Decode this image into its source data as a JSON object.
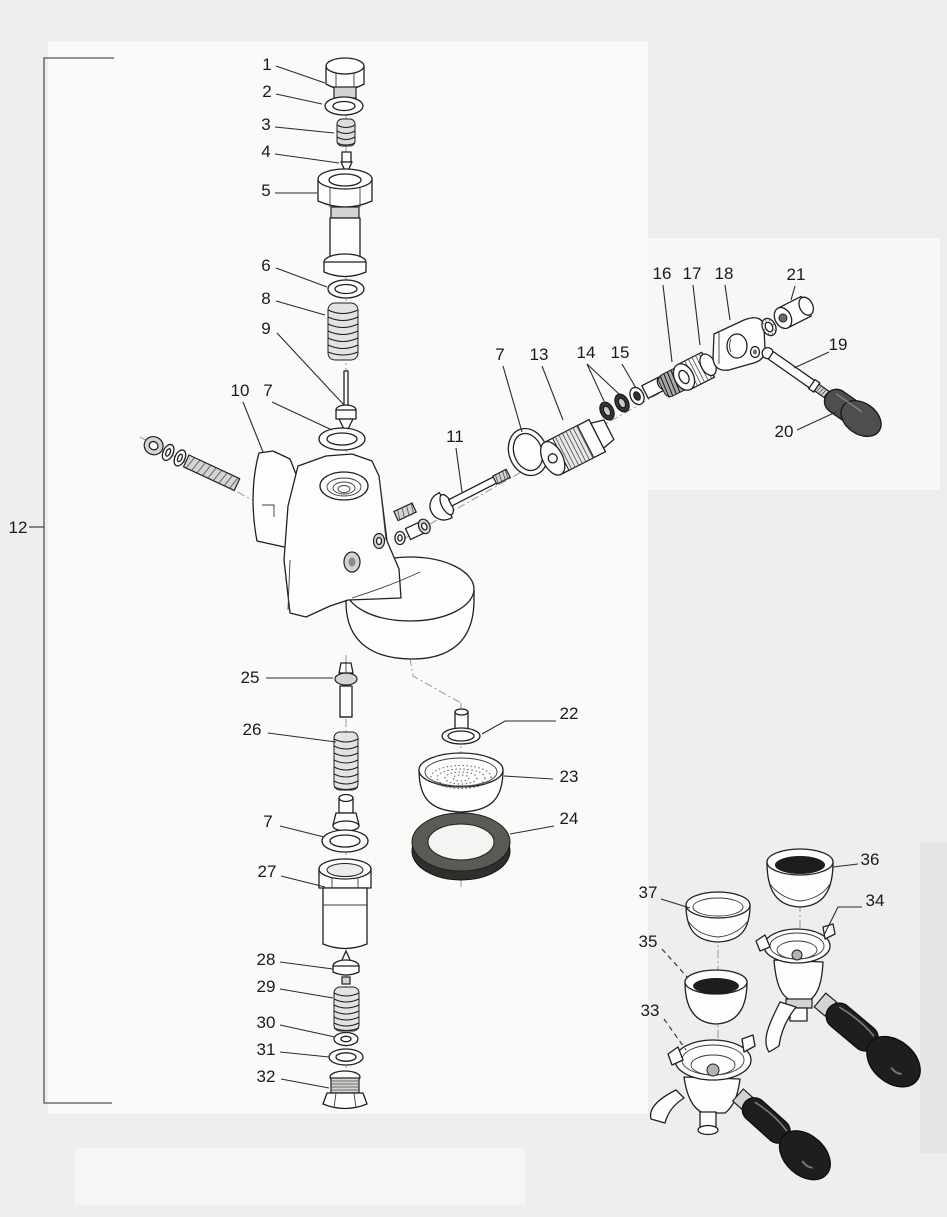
{
  "diagram": {
    "callouts": [
      {
        "id": "c1",
        "label": "1"
      },
      {
        "id": "c2",
        "label": "2"
      },
      {
        "id": "c3",
        "label": "3"
      },
      {
        "id": "c4",
        "label": "4"
      },
      {
        "id": "c5",
        "label": "5"
      },
      {
        "id": "c6",
        "label": "6"
      },
      {
        "id": "c8",
        "label": "8"
      },
      {
        "id": "c9",
        "label": "9"
      },
      {
        "id": "c10",
        "label": "10"
      },
      {
        "id": "c7a",
        "label": "7"
      },
      {
        "id": "c12",
        "label": "12"
      },
      {
        "id": "c11",
        "label": "11"
      },
      {
        "id": "c7b",
        "label": "7"
      },
      {
        "id": "c13",
        "label": "13"
      },
      {
        "id": "c14",
        "label": "14"
      },
      {
        "id": "c15",
        "label": "15"
      },
      {
        "id": "c16",
        "label": "16"
      },
      {
        "id": "c17",
        "label": "17"
      },
      {
        "id": "c18",
        "label": "18"
      },
      {
        "id": "c21",
        "label": "21"
      },
      {
        "id": "c19",
        "label": "19"
      },
      {
        "id": "c20",
        "label": "20"
      },
      {
        "id": "c25",
        "label": "25"
      },
      {
        "id": "c26",
        "label": "26"
      },
      {
        "id": "c7c",
        "label": "7"
      },
      {
        "id": "c27",
        "label": "27"
      },
      {
        "id": "c28",
        "label": "28"
      },
      {
        "id": "c29",
        "label": "29"
      },
      {
        "id": "c30",
        "label": "30"
      },
      {
        "id": "c31",
        "label": "31"
      },
      {
        "id": "c32",
        "label": "32"
      },
      {
        "id": "c22",
        "label": "22"
      },
      {
        "id": "c23",
        "label": "23"
      },
      {
        "id": "c24",
        "label": "24"
      },
      {
        "id": "c36",
        "label": "36"
      },
      {
        "id": "c34",
        "label": "34"
      },
      {
        "id": "c37",
        "label": "37"
      },
      {
        "id": "c35",
        "label": "35"
      },
      {
        "id": "c33",
        "label": "33"
      }
    ],
    "colors": {
      "line": "#202020",
      "background": "#efeeec",
      "paper": "#fafaf8",
      "gasket_dark": "#59595 6",
      "handle_black": "#1e1e1c",
      "lever_grip": "#4e4e4c",
      "metal_shade": "#d4d4d2"
    }
  }
}
